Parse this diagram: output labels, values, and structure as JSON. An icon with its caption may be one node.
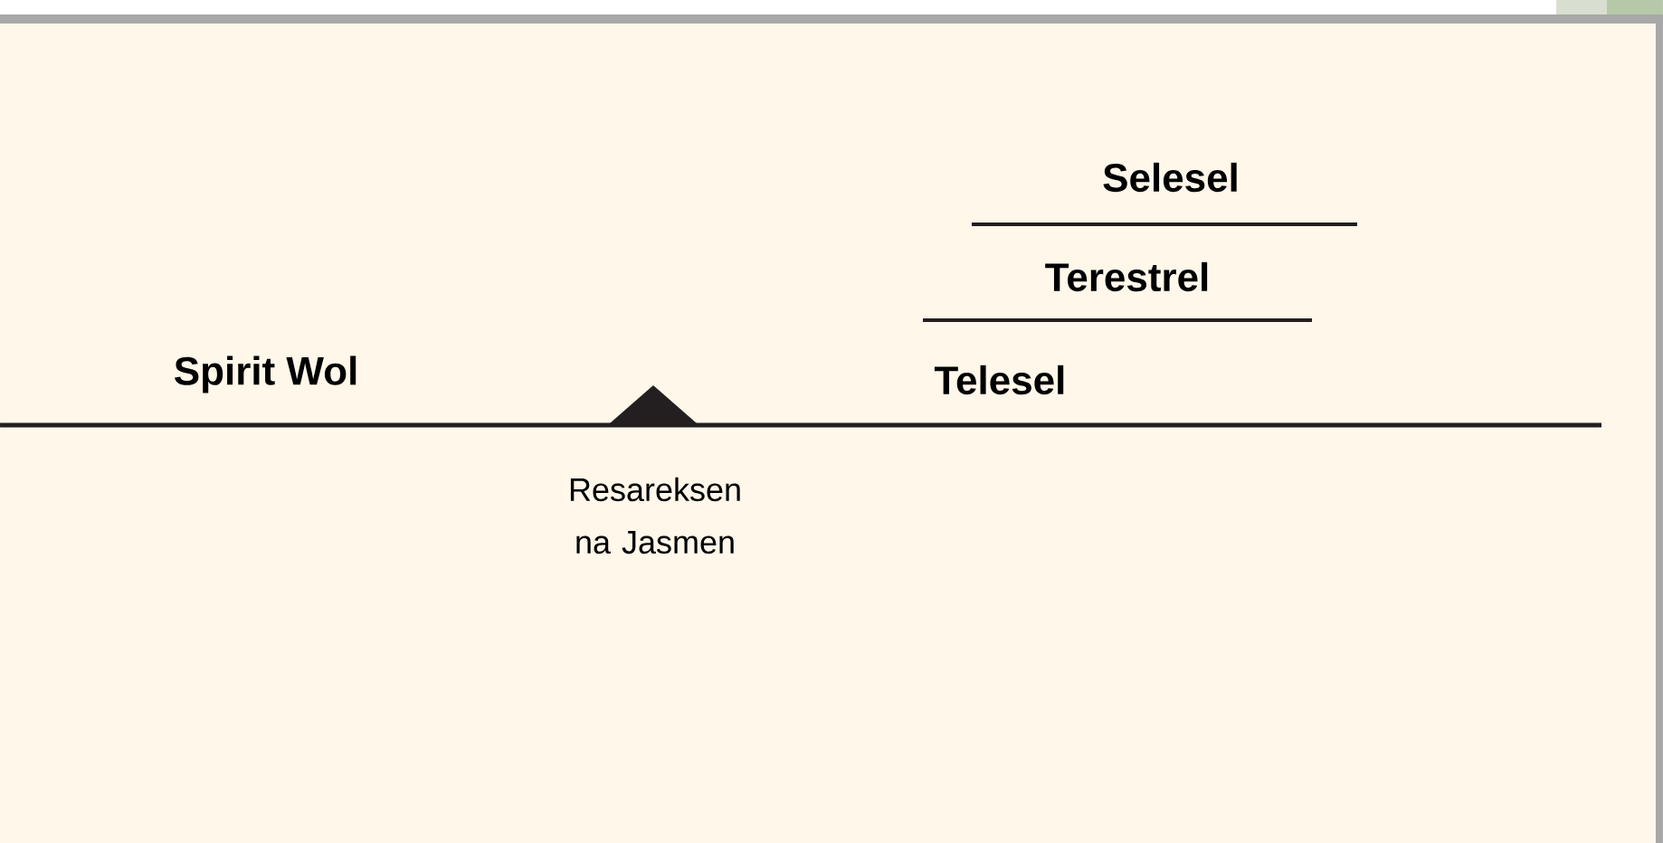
{
  "diagram": {
    "labels": [
      "Selesel",
      "Terestrel",
      "Spirit Wol",
      "Telesel",
      "Resareksen na Jasmen"
    ]
  }
}
